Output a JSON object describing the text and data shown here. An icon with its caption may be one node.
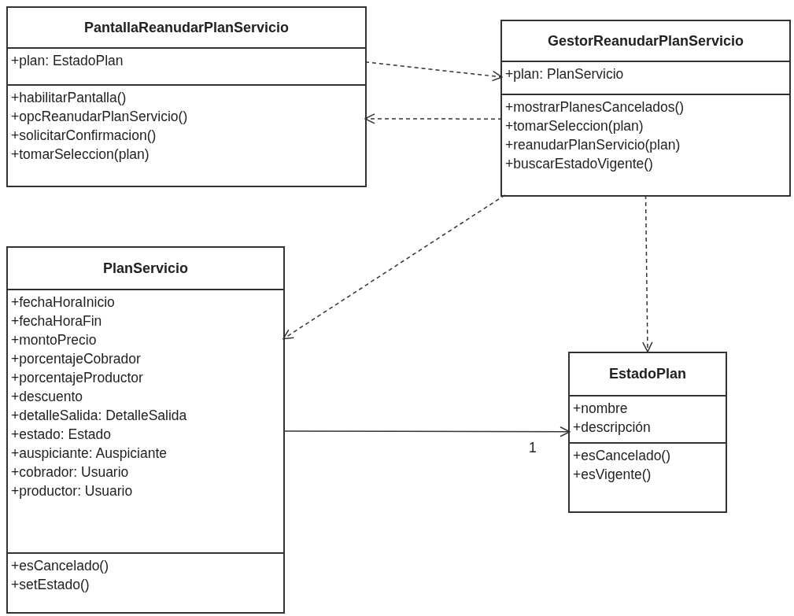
{
  "diagram": {
    "nodes": [
      {
        "text": [
          "PantallaReanudarPlanServicio"
        ]
      },
      {
        "text": [
          "+plan: EstadoPlan"
        ],
        "in": 0
      },
      {
        "text": [
          "+habilitarPantalla()",
          "+opcReanudarPlanServicio()",
          "+solicitarConfirmacion()",
          "+tomarSeleccion(plan)"
        ],
        "in": 0
      },
      {
        "text": [
          "GestorReanudarPlanServicio"
        ]
      },
      {
        "text": [
          "+plan: PlanServicio"
        ],
        "in": 3
      },
      {
        "text": [
          "+mostrarPlanesCancelados()",
          "+tomarSeleccion(plan)",
          "+reanudarPlanServicio(plan)",
          "+buscarEstadoVigente()"
        ],
        "in": 3
      },
      {
        "text": [
          "PlanServicio"
        ]
      },
      {
        "text": [
          "+fechaHoraInicio",
          "+fechaHoraFin",
          "+montoPrecio",
          "+porcentajeCobrador",
          "+porcentajeProductor",
          "+descuento",
          "+detalleSalida: DetalleSalida",
          "+estado: Estado",
          "+auspiciante: Auspiciante",
          "+cobrador: Usuario",
          "+productor: Usuario"
        ],
        "in": 6
      },
      {
        "text": [
          "+esCancelado()",
          "+setEstado()"
        ],
        "in": 6
      },
      {
        "text": [
          "EstadoPlan"
        ]
      },
      {
        "text": [
          "+nombre",
          "+descripción"
        ],
        "in": 9
      },
      {
        "text": [
          "+esCancelado()",
          "+esVigente()"
        ],
        "in": 9
      }
    ],
    "edges": [
      {
        "from": 1,
        "to": 4,
        "arrow": "to",
        "style": "dashed"
      },
      {
        "from": 5,
        "to": 2,
        "arrow": "to",
        "style": "dashed"
      },
      {
        "from": 5,
        "to": 7,
        "arrow": "to",
        "style": "dashed"
      },
      {
        "from": 5,
        "to": 9,
        "arrow": "to",
        "style": "dashed"
      },
      {
        "from": 7,
        "to": 10,
        "arrow": "to",
        "label": "1"
      }
    ]
  }
}
